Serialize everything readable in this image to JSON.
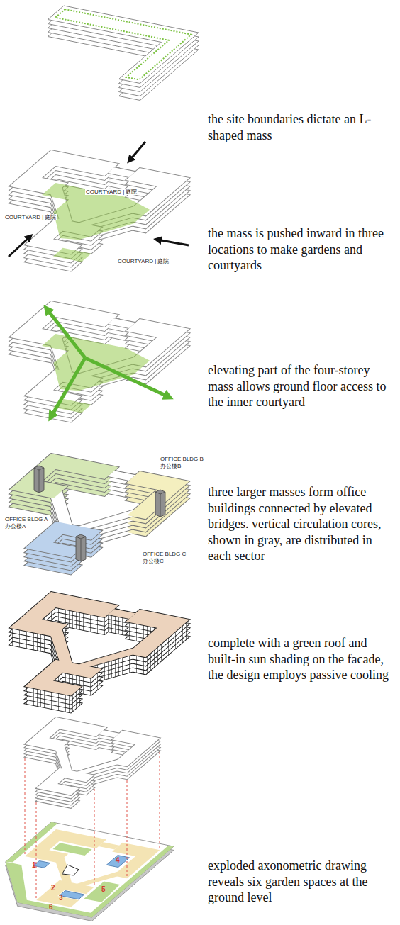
{
  "diagram": {
    "labels": [
      "the site boundaries dictate an L-shaped mass",
      "COURTYARD | 庭院",
      "COURTYARD | 庭院",
      "COURTYARD | 庭院",
      "the mass is pushed inward in three locations to make gardens and courtyards",
      "elevating part of the four-storey mass allows ground floor access to the inner courtyard",
      "OFFICE BLDG A",
      "办公楼A",
      "OFFICE BLDG B",
      "办公楼B",
      "OFFICE BLDG C",
      "办公楼C",
      "three larger masses form office buildings connected by elevated bridges. vertical circulation cores, shown in gray, are distributed in each sector",
      "complete with a green roof and built-in sun shading on the facade, the design employs passive cooling",
      "4",
      "1",
      "2",
      "5",
      "3",
      "6",
      "exploded axonometric drawing reveals six garden spaces at the ground level"
    ]
  }
}
